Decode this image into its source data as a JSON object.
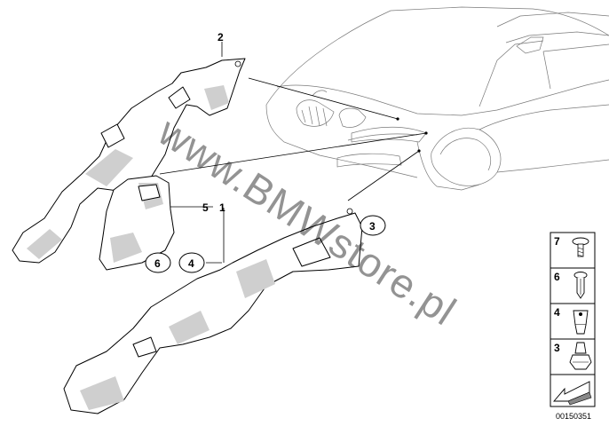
{
  "diagram": {
    "callouts": {
      "c1": "1",
      "c2": "2",
      "c3": "3",
      "c4": "4",
      "c5": "5",
      "c6": "6"
    },
    "watermark": "www.BMWstore.pl",
    "legend": {
      "items": [
        {
          "number": "7",
          "icon": "screw-icon"
        },
        {
          "number": "6",
          "icon": "expanding-rivet-icon"
        },
        {
          "number": "4",
          "icon": "clip-nut-icon"
        },
        {
          "number": "3",
          "icon": "hex-nut-icon"
        }
      ],
      "arrow_icon": "view-direction-arrow-icon"
    },
    "diagram_code": "00150351"
  }
}
